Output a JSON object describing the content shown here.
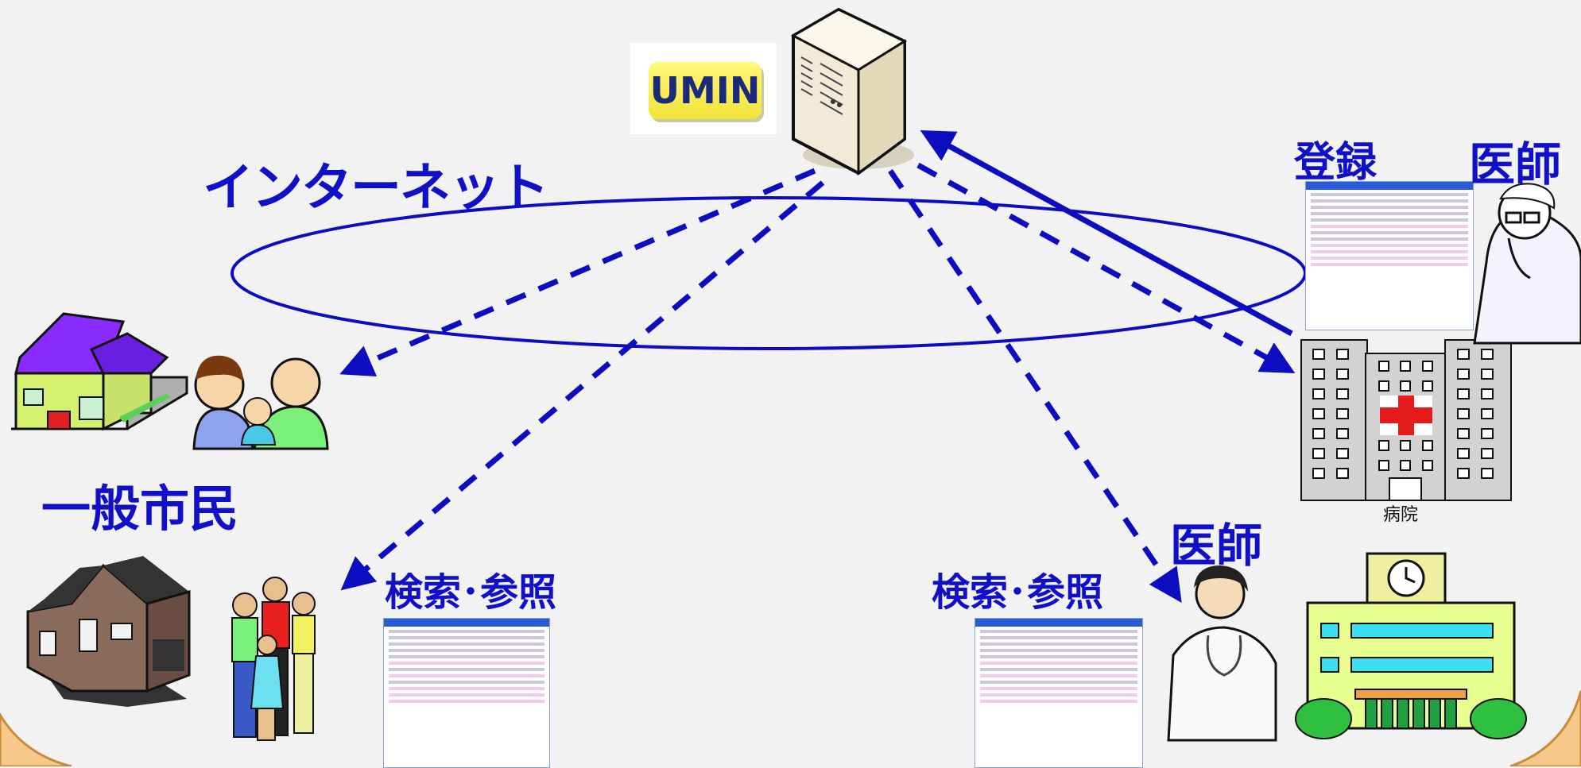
{
  "labels": {
    "internet": "インターネット",
    "citizen": "一般市民",
    "register": "登録",
    "doctor_top": "医師",
    "doctor_bottom": "医師",
    "search_left": "検索･参照",
    "search_right": "検索･参照",
    "hospital": "病院",
    "logo": "UMIN"
  },
  "colors": {
    "arrow": "#0c0cc0",
    "text": "#1010c8",
    "background": "#f2f2f2",
    "hospital_cross": "#e51a1a"
  },
  "icons": [
    "server-icon",
    "house-icon",
    "family-icon",
    "hospital-icon",
    "clinic-icon",
    "doctor-icon",
    "web-screenshot-icon"
  ]
}
